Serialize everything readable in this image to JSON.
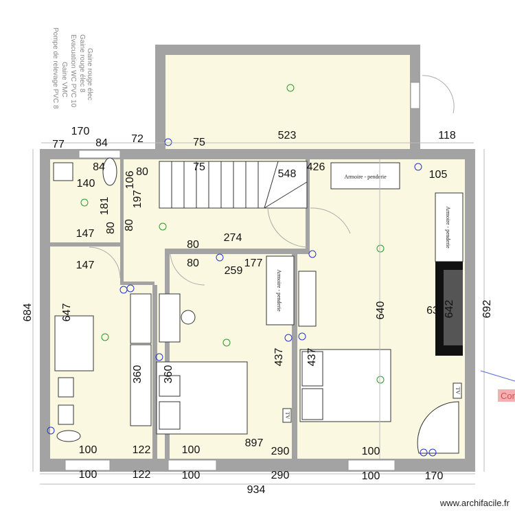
{
  "plan": {
    "site_credit": "www.archifacile.fr",
    "notes": [
      "Gaine rouge élec",
      "Gaine rouge élec 8",
      "Evacuation WC PVC 10",
      "Gaine VMC",
      "Pompe de relevage PVC 8"
    ],
    "cut_label": "Cor",
    "furniture": {
      "wardrobe_top": "Armoire - penderie",
      "wardrobe_right": "Armoire - penderie",
      "wardrobe_middle": "Armoire - penderie",
      "tv_left": "TV",
      "tv_right": "TV"
    },
    "dims": [
      "77",
      "170",
      "84",
      "72",
      "75",
      "523",
      "118",
      "84",
      "140",
      "80",
      "106",
      "75",
      "548",
      "426",
      "105",
      "181",
      "80",
      "80",
      "197",
      "147",
      "274",
      "80",
      "147",
      "80",
      "259",
      "177",
      "647",
      "684",
      "640",
      "63",
      "642",
      "692",
      "360",
      "360",
      "437",
      "437",
      "897",
      "290",
      "100",
      "122",
      "100",
      "100",
      "100",
      "122",
      "100",
      "290",
      "100",
      "170",
      "934"
    ],
    "colors": {
      "wall": "#a3a3a3",
      "floor": "#fbf8e1",
      "lamp": "#2a9a2a",
      "outlet": "#2233cc"
    }
  }
}
